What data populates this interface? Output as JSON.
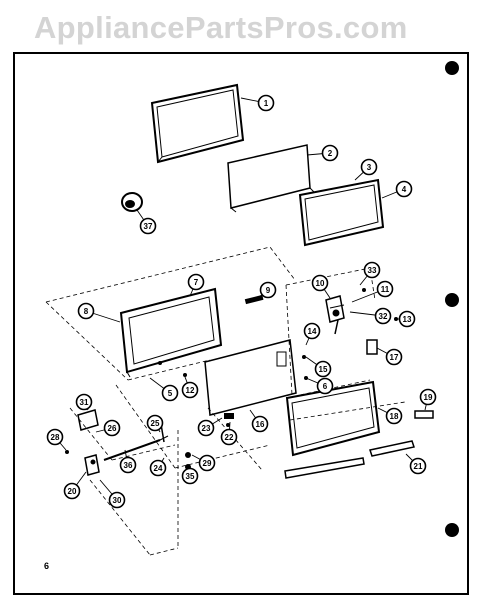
{
  "watermark": "AppliancePartsPros.com",
  "page_number": "6",
  "callouts": [
    "1",
    "2",
    "3",
    "4",
    "37",
    "7",
    "8",
    "9",
    "10",
    "33",
    "11",
    "32",
    "13",
    "17",
    "14",
    "15",
    "6",
    "5",
    "12",
    "16",
    "18",
    "19",
    "22",
    "23",
    "31",
    "26",
    "25",
    "28",
    "36",
    "24",
    "35",
    "29",
    "30",
    "20",
    "21"
  ]
}
